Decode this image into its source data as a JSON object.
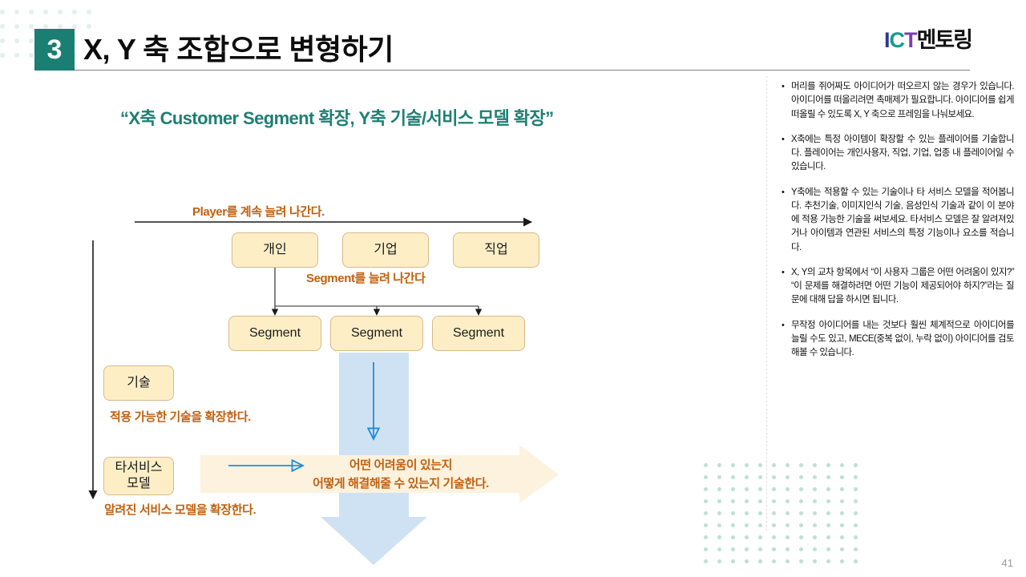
{
  "header": {
    "badge": "3",
    "title": "X, Y 축 조합으로 변형하기",
    "logo": {
      "i": "I",
      "c": "C",
      "t": "T",
      "kr": "멘토링"
    }
  },
  "subtitle": "“X축 Customer Segment 확장, Y축 기술/서비스 모델 확장”",
  "diagram": {
    "x_axis_caption": "Player를 계속 늘려 나간다.",
    "segment_caption": "Segment를 늘려 나간다",
    "player_boxes": [
      {
        "label": "개인"
      },
      {
        "label": "기업"
      },
      {
        "label": "직업"
      }
    ],
    "segment_boxes": [
      {
        "label": "Segment"
      },
      {
        "label": "Segment"
      },
      {
        "label": "Segment"
      }
    ],
    "y_boxes": [
      {
        "label": "기술"
      },
      {
        "label": "타서비스\n모델"
      }
    ],
    "y_caption_1": "적용 가능한 기술을 확장한다.",
    "y_caption_2": "알려진 서비스 모델을 확장한다.",
    "cross_caption_line1": "어떤 어려움이 있는지",
    "cross_caption_line2": "어떻게 해결해줄 수 있는지 기술한다."
  },
  "notes": [
    "머리를 쥐어짜도 아이디어가 떠오르지 않는 경우가 있습니다. 아이디어를 떠올리려면 촉매제가 필요합니다. 아이디어를 쉽게 떠올릴 수 있도록 X, Y 축으로 프레임을 나눠보세요.",
    "X축에는 특정 아이템이 확장할 수 있는 플레이어를 기술합니다. 플레이어는 개인사용자, 직업, 기업, 업종 내 플레이어일 수 있습니다.",
    "Y축에는 적용할 수 있는 기술이나 타 서비스 모델을 적어봅니다. 추천기술, 이미지인식 기술, 음성인식 기술과 같이 이 분야에 적용 가능한 기술을 써보세요. 타서비스 모델은 잘 알려져있거나 아이템과 연관된 서비스의 특정 기능이나 요소를 적습니다.",
    "X, Y의 교차 항목에서 “이 사용자 그룹은 어떤 어려움이 있지?” “이 문제를 해결하려면 어떤 기능이 제공되어야 하지?”라는 질문에 대해 답을 하시면 됩니다.",
    "무작정 아이디어를 내는 것보다 훨씬 체계적으로 아이디어를 늘릴 수도 있고, MECE(중복 없이, 누락 없이) 아이디어를 검토해볼 수 있습니다."
  ],
  "page_number": "41",
  "colors": {
    "accent_teal": "#1a7f72",
    "subtitle_teal": "#1d7f73",
    "caption_orange": "#c1600f",
    "box_fill": "#fdeec6",
    "box_border": "#d9b98a",
    "blue_arrow": "#1f8fe0",
    "blue_band": "#cfe2f3",
    "cream_band": "#fdf2dd",
    "dots_teal": "#bfdfd6"
  }
}
